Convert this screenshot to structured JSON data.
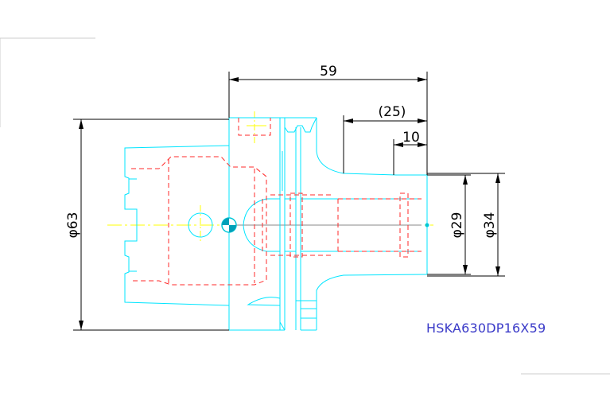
{
  "drawing": {
    "part_number": "HSKA630DP16X59",
    "dimensions": {
      "overall_length": "59",
      "reference_length": "(25)",
      "short_length": "10",
      "diameter_body": "φ63",
      "diameter_bore": "φ29",
      "diameter_nose": "φ34"
    }
  },
  "colors": {
    "outline": "#00ffff",
    "hidden": "#ff0000",
    "centerline": "#ffff00",
    "dimension": "#000000",
    "label": "#3a3ac8",
    "frame": "#cccccc"
  }
}
